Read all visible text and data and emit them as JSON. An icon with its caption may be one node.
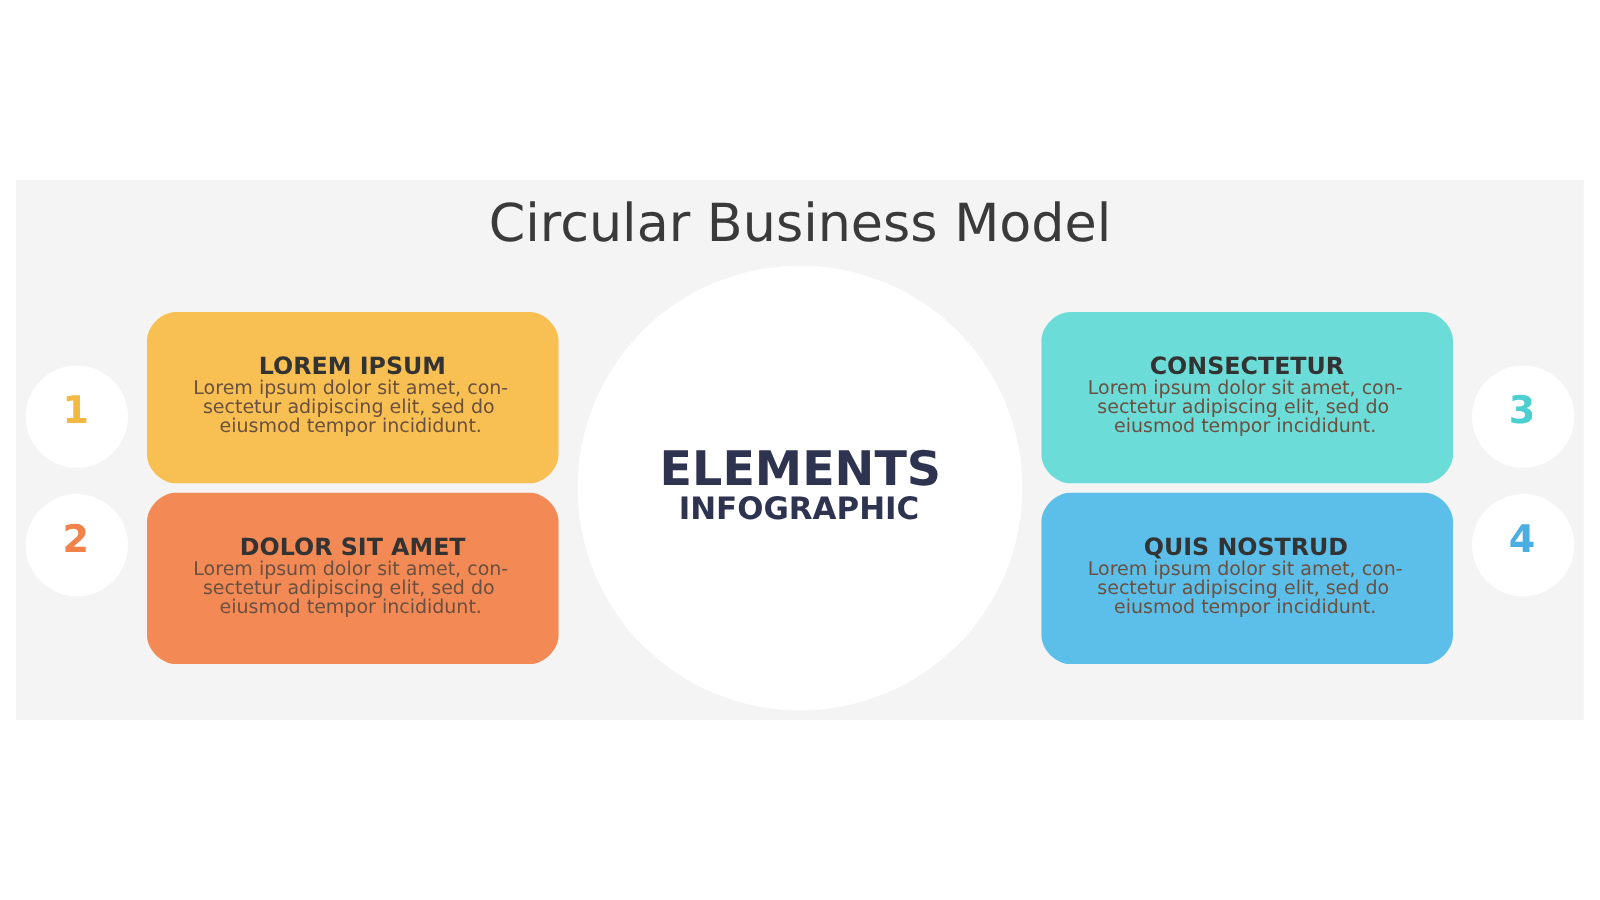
{
  "diagram": {
    "title": "Circular Business Model",
    "nodes": [
      {
        "text": [
          "ELEMENTS",
          "INFOGRAPHIC"
        ]
      },
      {
        "text": [
          "1"
        ]
      },
      {
        "text": [
          "LOREM IPSUM",
          "Lorem ipsum dolor sit amet, con- sectetur adipiscing elit, sed do eiusmod tempor incididunt."
        ]
      },
      {
        "text": [
          "2"
        ]
      },
      {
        "text": [
          "DOLOR SIT AMET",
          "Lorem ipsum dolor sit amet, con- sectetur adipiscing elit, sed do eiusmod tempor incididunt."
        ]
      },
      {
        "text": [
          "CONSECTETUR",
          "Lorem ipsum dolor sit amet, con- sectetur adipiscing elit, sed do eiusmod tempor incididunt."
        ]
      },
      {
        "text": [
          "3"
        ]
      },
      {
        "text": [
          "QUIS NOSTRUD",
          "Lorem ipsum dolor sit amet, con- sectetur adipiscing elit, sed do eiusmod tempor incididunt."
        ]
      },
      {
        "text": [
          "4"
        ]
      }
    ],
    "edges": []
  }
}
